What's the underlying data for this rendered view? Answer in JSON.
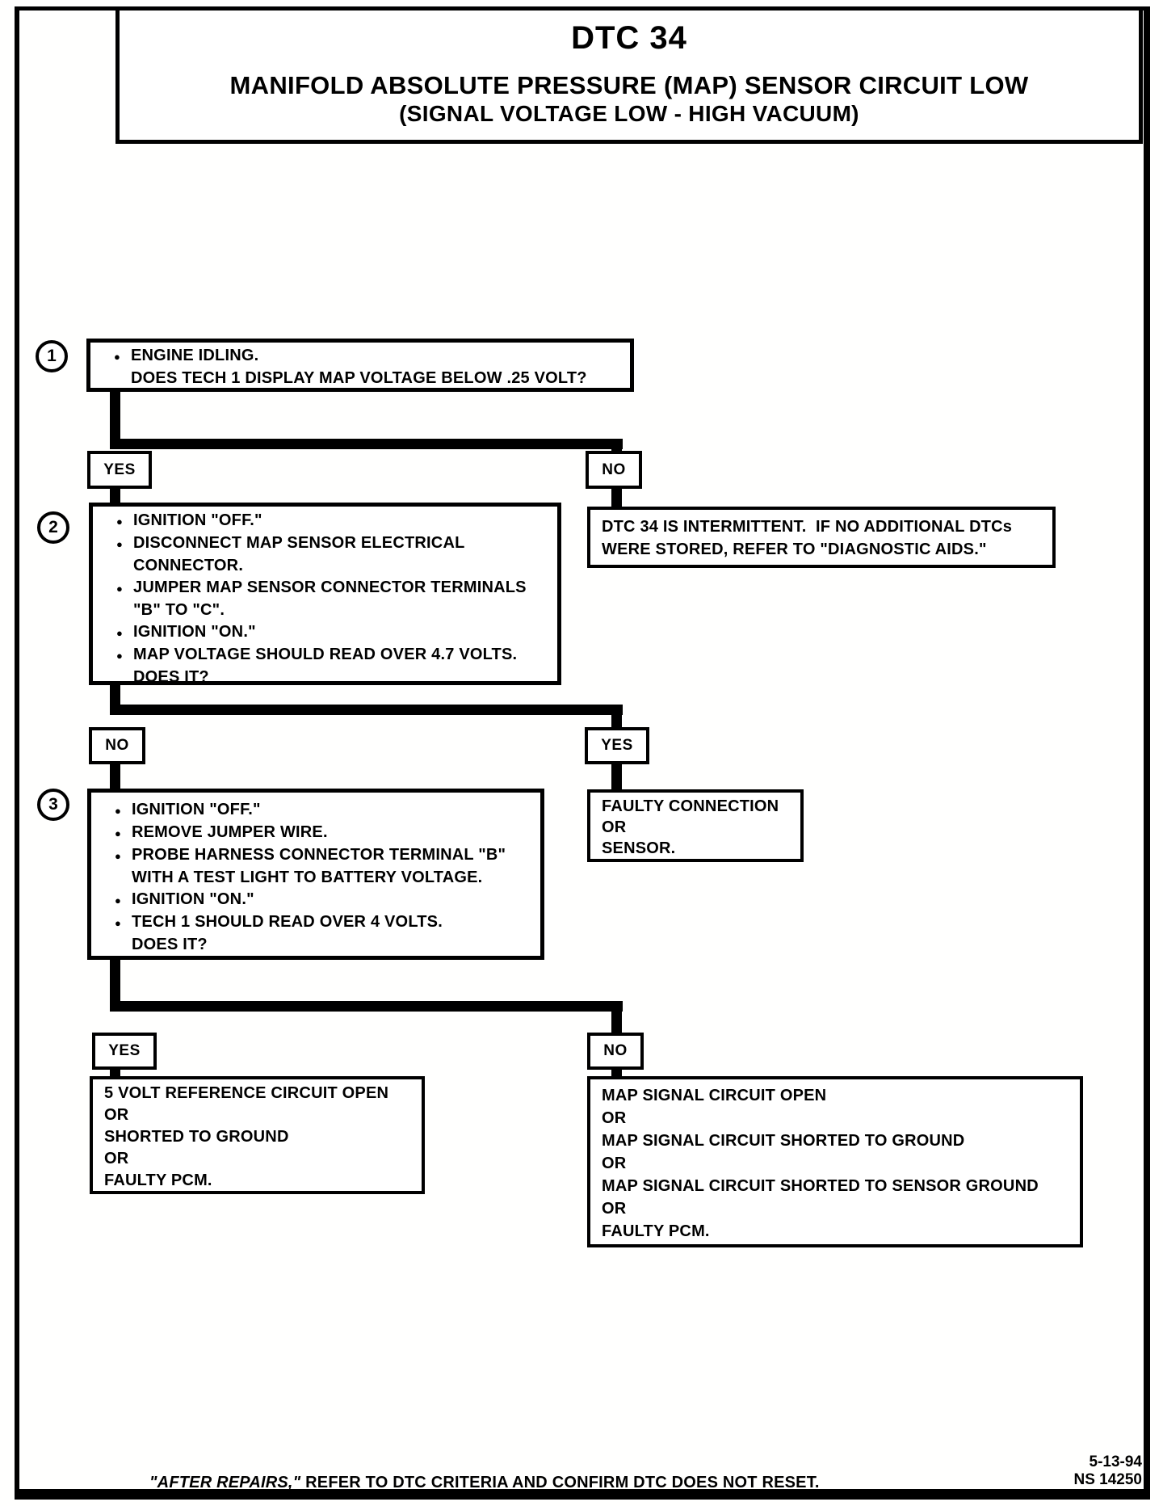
{
  "title": {
    "dtc": "DTC 34",
    "line1": "MANIFOLD ABSOLUTE PRESSURE (MAP) SENSOR CIRCUIT LOW",
    "line2": "(SIGNAL VOLTAGE LOW - HIGH VACUUM)"
  },
  "steps": {
    "s1": {
      "number": "1",
      "lines": [
        {
          "bullet": "●",
          "text": "ENGINE IDLING."
        },
        {
          "bullet": "",
          "text": "DOES TECH 1 DISPLAY MAP VOLTAGE BELOW .25 VOLT?"
        }
      ]
    },
    "s2": {
      "number": "2",
      "lines": [
        {
          "bullet": "●",
          "text": "IGNITION \"OFF.\""
        },
        {
          "bullet": "●",
          "text": "DISCONNECT MAP SENSOR ELECTRICAL"
        },
        {
          "bullet": "",
          "text": "CONNECTOR."
        },
        {
          "bullet": "●",
          "text": "JUMPER MAP SENSOR CONNECTOR TERMINALS"
        },
        {
          "bullet": "",
          "text": "\"B\" TO \"C\"."
        },
        {
          "bullet": "●",
          "text": "IGNITION \"ON.\""
        },
        {
          "bullet": "●",
          "text": "MAP VOLTAGE SHOULD READ OVER 4.7 VOLTS."
        },
        {
          "bullet": "",
          "text": "DOES IT?"
        }
      ]
    },
    "s3": {
      "number": "3",
      "lines": [
        {
          "bullet": "●",
          "text": "IGNITION \"OFF.\""
        },
        {
          "bullet": "●",
          "text": "REMOVE JUMPER WIRE."
        },
        {
          "bullet": "●",
          "text": "PROBE HARNESS CONNECTOR TERMINAL \"B\""
        },
        {
          "bullet": "",
          "text": "WITH A TEST LIGHT TO BATTERY VOLTAGE."
        },
        {
          "bullet": "●",
          "text": "IGNITION \"ON.\""
        },
        {
          "bullet": "●",
          "text": "TECH 1 SHOULD READ OVER 4 VOLTS."
        },
        {
          "bullet": "",
          "text": "DOES IT?"
        }
      ]
    }
  },
  "decisions": {
    "row1_left": "YES",
    "row1_right": "NO",
    "row2_left": "NO",
    "row2_right": "YES",
    "row3_left": "YES",
    "row3_right": "NO"
  },
  "results": {
    "intermittent": {
      "lines": [
        "DTC 34 IS INTERMITTENT.  IF NO ADDITIONAL DTCs",
        "WERE STORED, REFER TO \"DIAGNOSTIC AIDS.\""
      ]
    },
    "faulty_connection": {
      "lines": [
        "FAULTY CONNECTION",
        "OR",
        "SENSOR."
      ]
    },
    "five_volt_ref": {
      "lines": [
        "5 VOLT REFERENCE CIRCUIT OPEN",
        "OR",
        "SHORTED TO GROUND",
        "OR",
        "FAULTY PCM."
      ]
    },
    "map_signal": {
      "lines": [
        "MAP SIGNAL CIRCUIT OPEN",
        "OR",
        "MAP SIGNAL CIRCUIT SHORTED TO GROUND",
        "OR",
        "MAP SIGNAL CIRCUIT SHORTED TO SENSOR GROUND",
        "OR",
        "FAULTY PCM."
      ]
    }
  },
  "footer": {
    "note_italic": "\"AFTER REPAIRS,\"",
    "note_rest": " REFER TO DTC CRITERIA AND CONFIRM DTC DOES NOT RESET.",
    "date": "5-13-94",
    "doc_number": "NS 14250"
  },
  "colors": {
    "ink": "#000000",
    "paper": "#ffffff"
  }
}
